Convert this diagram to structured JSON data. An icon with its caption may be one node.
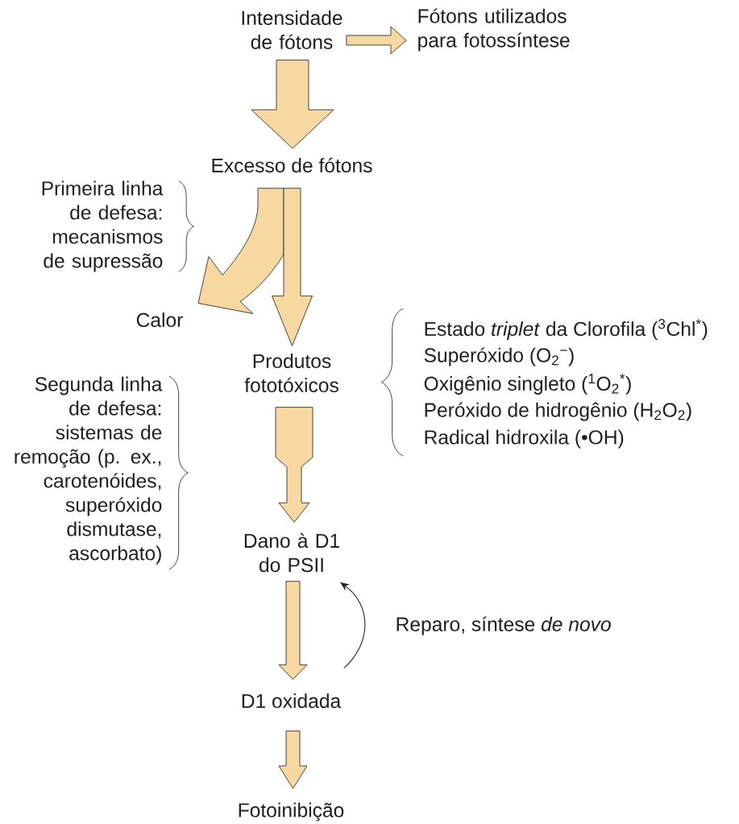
{
  "diagram": {
    "nodes": [
      {
        "text": [
          "Intensidade de fótons"
        ]
      },
      {
        "text": [
          "Fótons utilizados para fotossíntese"
        ]
      },
      {
        "text": [
          "Excesso de fótons"
        ]
      },
      {
        "text": [
          "Calor"
        ]
      },
      {
        "text": [
          "Produtos fototóxicos"
        ]
      },
      {
        "text": [
          "Dano à D1 do PSII"
        ]
      },
      {
        "text": [
          "D1 oxidada"
        ]
      },
      {
        "text": [
          "Fotoinibição"
        ]
      }
    ],
    "edges": [
      {
        "from": 0,
        "to": 1,
        "arrow": "to"
      },
      {
        "from": 0,
        "to": 2,
        "arrow": "to"
      },
      {
        "from": 2,
        "to": 3,
        "arrow": "to"
      },
      {
        "from": 2,
        "to": 4,
        "arrow": "to"
      },
      {
        "from": 4,
        "to": 5,
        "arrow": "to"
      },
      {
        "from": 5,
        "to": 6,
        "arrow": "to"
      },
      {
        "from": 6,
        "to": 5,
        "arrow": "to",
        "label": "Reparo, síntese *de novo*",
        "color": "#222222"
      },
      {
        "from": 6,
        "to": 7,
        "arrow": "to"
      }
    ],
    "labels": [
      "Primeira linha de defesa: mecanismos de supressão",
      "Estado *triplet* da Clorofila ($^{3}$Chl$^{*}$)",
      "Superóxido (O$_{2}$$^{−}$)",
      "Oxigênio singleto ($^{1}$O$_{2}$$^{*}$)",
      "Peróxido de hidrogênio (H$_{2}$O$_{2}$)",
      "Radical hidroxila (•OH)",
      "Segunda linha de defesa: sistemas de remoção (p. ex., carotenóides, superóxido dismutase, ascorbato)"
    ]
  }
}
